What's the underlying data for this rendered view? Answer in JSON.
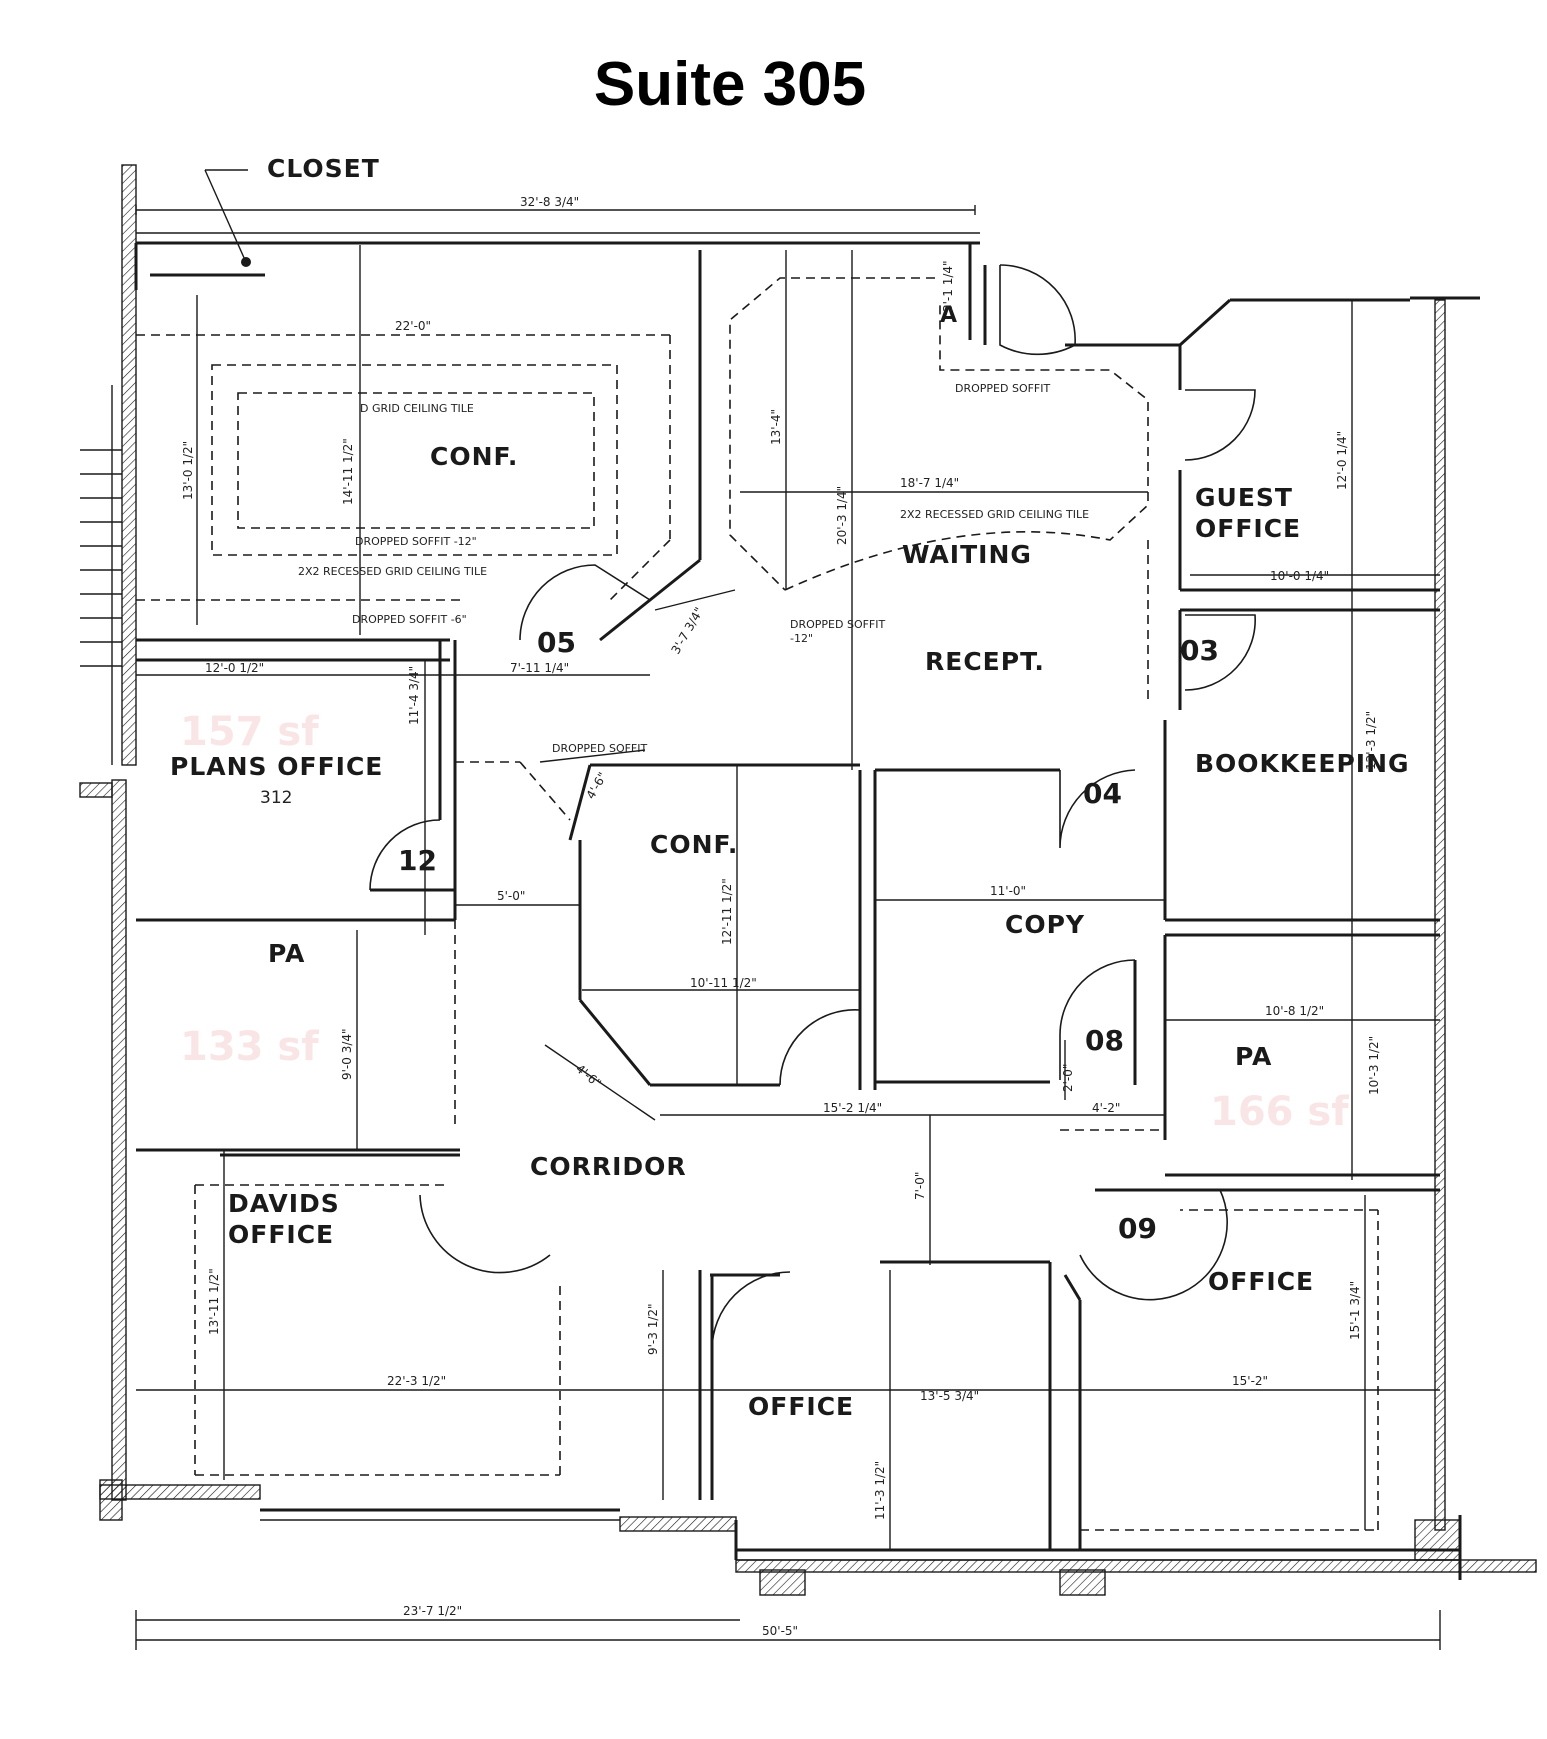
{
  "title": "Suite 305",
  "rooms": {
    "closet": "CLOSET",
    "conf_top": "CONF.",
    "waiting": "WAITING",
    "recept": "RECEPT.",
    "guest_line1": "GUEST",
    "guest_line2": "OFFICE",
    "bookkeeping": "BOOKKEEPING",
    "plans_office": "PLANS OFFICE",
    "plans_num": "312",
    "conf_mid": "CONF.",
    "copy": "COPY",
    "pa_left": "PA",
    "pa_right": "PA",
    "corridor": "CORRIDOR",
    "davids_line1": "DAVIDS",
    "davids_line2": "OFFICE",
    "office_bottom": "OFFICE",
    "office_right": "OFFICE",
    "marker_a": "A"
  },
  "door_numbers": {
    "d05": "05",
    "d03": "03",
    "d04": "04",
    "d12": "12",
    "d08": "08",
    "d09": "09"
  },
  "notes": {
    "grid_tile_top": "2X2 RECESSED GRID CEILING TILE",
    "grid_tile_top_partial": "D GRID CEILING TILE",
    "dropped_soffit_12_top": "DROPPED SOFFIT -12\"",
    "dropped_soffit_6": "DROPPED SOFFIT -6\"",
    "dropped_soffit_waiting": "DROPPED SOFFIT",
    "grid_tile_waiting": "2X2 RECESSED GRID CEILING TILE",
    "dropped_soffit_12_recept_1": "DROPPED SOFFIT",
    "dropped_soffit_12_recept_2": "-12\"",
    "dropped_soffit_conf": "DROPPED SOFFIT"
  },
  "dimensions": {
    "overall_top": "32'-8 3/4\"",
    "conf_width": "22'-0\"",
    "conf_height": "13'-0 1/2\"",
    "conf_inner_height": "14'-11 1/2\"",
    "waiting_small": "3'-1 1/4\"",
    "waiting_height": "13'-4\"",
    "waiting_width": "18'-7 1/4\"",
    "recept_height": "20'-3 1/4\"",
    "guest_height": "12'-0 1/4\"",
    "guest_width": "10'-0 1/4\"",
    "angled_wall": "3'-7 3/4\"",
    "plans_width": "12'-0 1/2\"",
    "plans_height": "11'-4 3/4\"",
    "corridor_span": "7'-11 1/4\"",
    "bookkeeping_height": "12'-3 1/2\"",
    "conf_mid_diag_top": "4'-6\"",
    "conf_mid_height": "12'-11 1/2\"",
    "conf_mid_width": "10'-11 1/2\"",
    "copy_width": "11'-0\"",
    "corridor_5": "5'-0\"",
    "pa_left_height": "9'-0 3/4\"",
    "pa_right_width": "10'-8 1/2\"",
    "pa_right_height": "10'-3 1/2\"",
    "conf_mid_diag_bottom": "4'-6\"",
    "door_08_small": "2'-0\"",
    "corridor_long": "15'-2 1/4\"",
    "corridor_short": "4'-2\"",
    "corridor_vertical": "7'-0\"",
    "davids_height": "13'-11 1/2\"",
    "davids_width": "22'-3 1/2\"",
    "office_b_left_height": "9'-3 1/2\"",
    "office_b_width": "13'-5 3/4\"",
    "office_b_height": "11'-3 1/2\"",
    "office_r_width": "15'-2\"",
    "office_r_height": "15'-1 3/4\"",
    "overall_bottom_left": "23'-7 1/2\"",
    "overall_bottom": "50'-5\""
  }
}
